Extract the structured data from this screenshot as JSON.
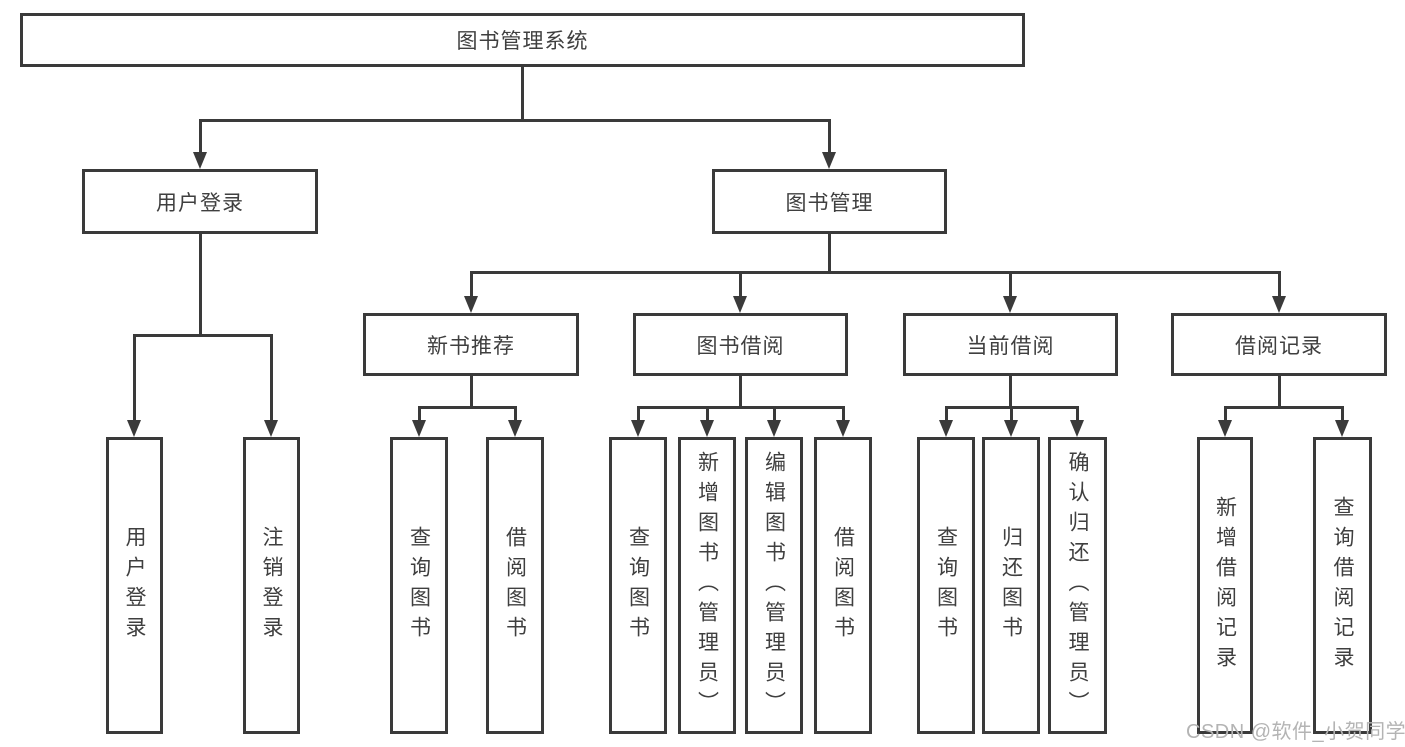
{
  "diagram": {
    "type": "hierarchy-tree",
    "title": "图书管理系统",
    "tree": {
      "label": "图书管理系统",
      "children": [
        {
          "label": "用户登录",
          "children": [
            {
              "label": "用户登录"
            },
            {
              "label": "注销登录"
            }
          ]
        },
        {
          "label": "图书管理",
          "children": [
            {
              "label": "新书推荐",
              "children": [
                {
                  "label": "查询图书"
                },
                {
                  "label": "借阅图书"
                }
              ]
            },
            {
              "label": "图书借阅",
              "children": [
                {
                  "label": "查询图书"
                },
                {
                  "label": "新增图书（管理员）"
                },
                {
                  "label": "编辑图书（管理员）"
                },
                {
                  "label": "借阅图书"
                }
              ]
            },
            {
              "label": "当前借阅",
              "children": [
                {
                  "label": "查询图书"
                },
                {
                  "label": "归还图书"
                },
                {
                  "label": "确认归还（管理员）"
                }
              ]
            },
            {
              "label": "借阅记录",
              "children": [
                {
                  "label": "新增借阅记录"
                },
                {
                  "label": "查询借阅记录"
                }
              ]
            }
          ]
        }
      ]
    }
  },
  "watermark": {
    "text": "CSDN @软件_小贺同学"
  },
  "colors": {
    "line": "#3a3a3a",
    "node_border": "#3a3a3a",
    "node_fill": "#ffffff",
    "text": "#3f3f3f",
    "background": "#ffffff",
    "watermark_text": "#b4b4b4"
  }
}
